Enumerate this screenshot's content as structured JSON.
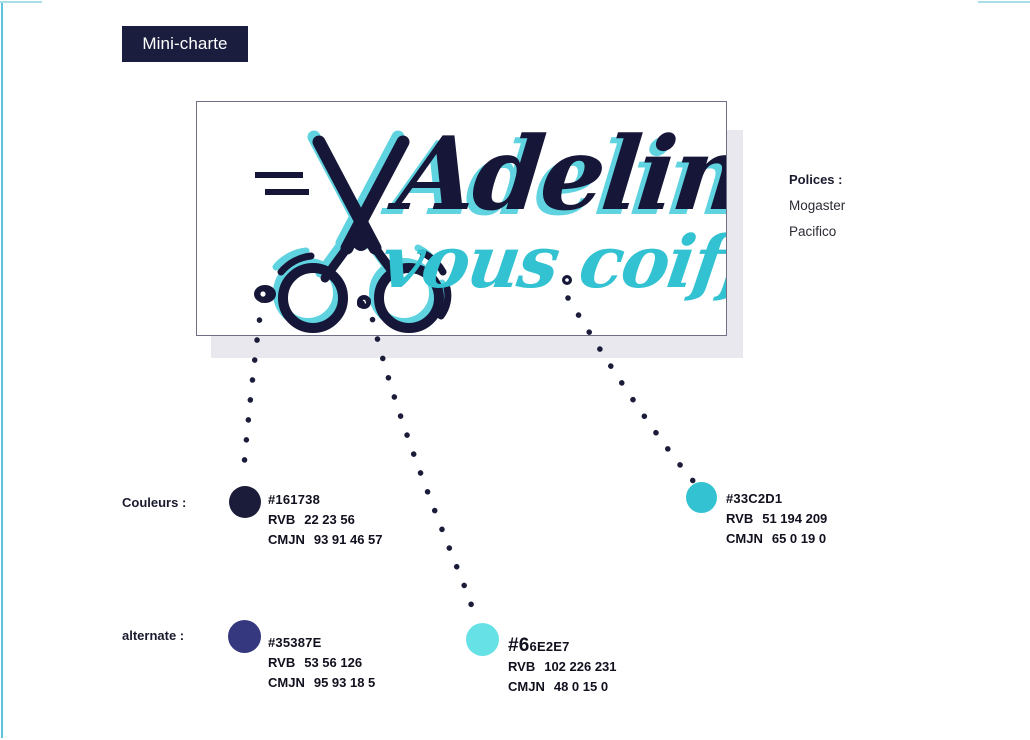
{
  "page": {
    "title": "Mini-charte",
    "accent_edge_color": "#5cc4dd",
    "accent_edge_color_light": "#a9dee8",
    "title_tab_bg": "#1b1d3e",
    "title_tab_text_color": "#ffffff"
  },
  "logo": {
    "brand_line_1": "Adeline",
    "brand_line_2": "vous coiffe",
    "icon": "scissors-icon",
    "dark_color": "#161738",
    "cyan_color": "#33C2D1",
    "frame_border_color": "#6f6f86",
    "frame_shadow_color": "#e8e8ee"
  },
  "fonts": {
    "heading": "Polices :",
    "items": [
      {
        "name": "Mogaster"
      },
      {
        "name": "Pacifico"
      }
    ]
  },
  "colors": {
    "primary_label": "Couleurs :",
    "alternate_label": "alternate :",
    "rvb_key": "RVB",
    "cmjn_key": "CMJN",
    "primary": [
      {
        "hex": "#161738",
        "swatch": "#1b1c3a",
        "rvb": "22 23 56",
        "cmjn": "93 91 46 57"
      },
      {
        "hex": "#33C2D1",
        "swatch": "#33c2d1",
        "rvb": "51 194 209",
        "cmjn": "65 0 19 0"
      }
    ],
    "alternate": [
      {
        "hex": "#35387E",
        "swatch": "#35387e",
        "rvb": "53 56 126",
        "cmjn": "95 93 18 5"
      },
      {
        "hex": "#66E2E7",
        "swatch": "#66e2e7",
        "rvb": "102 226 231",
        "cmjn": "48 0 15 0"
      }
    ]
  },
  "connector_dots": {
    "color": "#1b1c3a",
    "description": "dotted leader lines from logo to colour swatches"
  }
}
